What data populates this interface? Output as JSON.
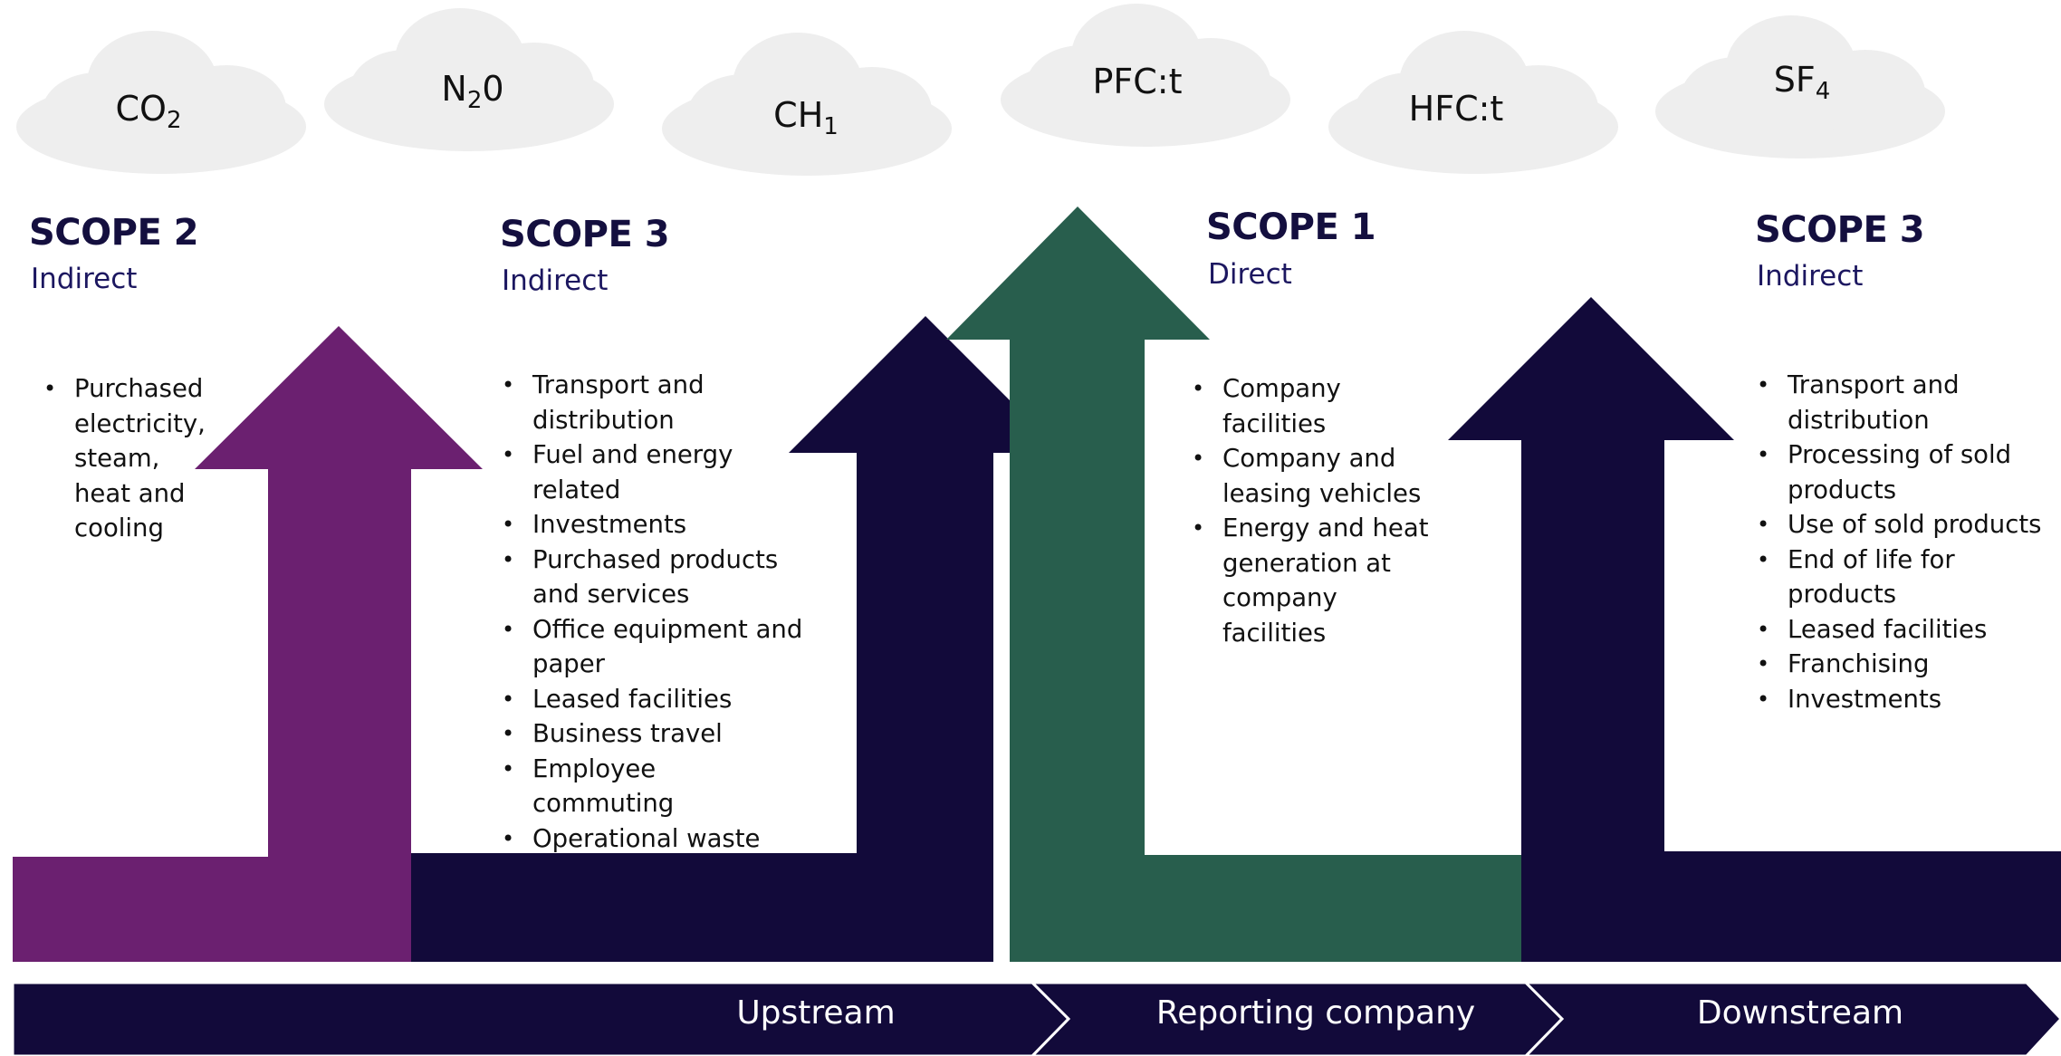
{
  "gases": [
    {
      "base": "CO",
      "sub": "2",
      "suffix": ""
    },
    {
      "base": "N",
      "sub": "2",
      "suffix": "0"
    },
    {
      "base": "CH",
      "sub": "1",
      "suffix": ""
    },
    {
      "base": "PFC:t",
      "sub": "",
      "suffix": ""
    },
    {
      "base": "HFC:t",
      "sub": "",
      "suffix": ""
    },
    {
      "base": "SF",
      "sub": "4",
      "suffix": ""
    }
  ],
  "scopes": [
    {
      "title": "SCOPE 2",
      "type": "Indirect",
      "items": [
        "Purchased electricity, steam, heat and cooling"
      ]
    },
    {
      "title": "SCOPE 3",
      "type": "Indirect",
      "items": [
        "Transport and distribution",
        "Fuel and  energy related",
        "Investments",
        "Purchased products and services",
        "Office equipment and paper",
        "Leased facilities",
        "Business travel",
        "Employee commuting",
        "Operational waste"
      ]
    },
    {
      "title": "SCOPE 1",
      "type": "Direct",
      "items": [
        "Company facilities",
        "Company and leasing vehicles",
        "Energy and heat generation at company facilities"
      ]
    },
    {
      "title": "SCOPE 3",
      "type": "Indirect",
      "items": [
        "Transport and distribution",
        "Processing of sold products",
        "Use of sold products",
        "End of life for products",
        "Leased facilities",
        "Franchising",
        "Investments"
      ]
    }
  ],
  "value_chain": [
    {
      "label": "Upstream"
    },
    {
      "label": "Reporting company"
    },
    {
      "label": "Downstream"
    }
  ],
  "colors": {
    "scope2": "#6b2070",
    "scope3": "#120a3a",
    "scope1": "#285e4d",
    "cloud": "#eeeeee",
    "chevron_stroke": "#ffffff"
  }
}
